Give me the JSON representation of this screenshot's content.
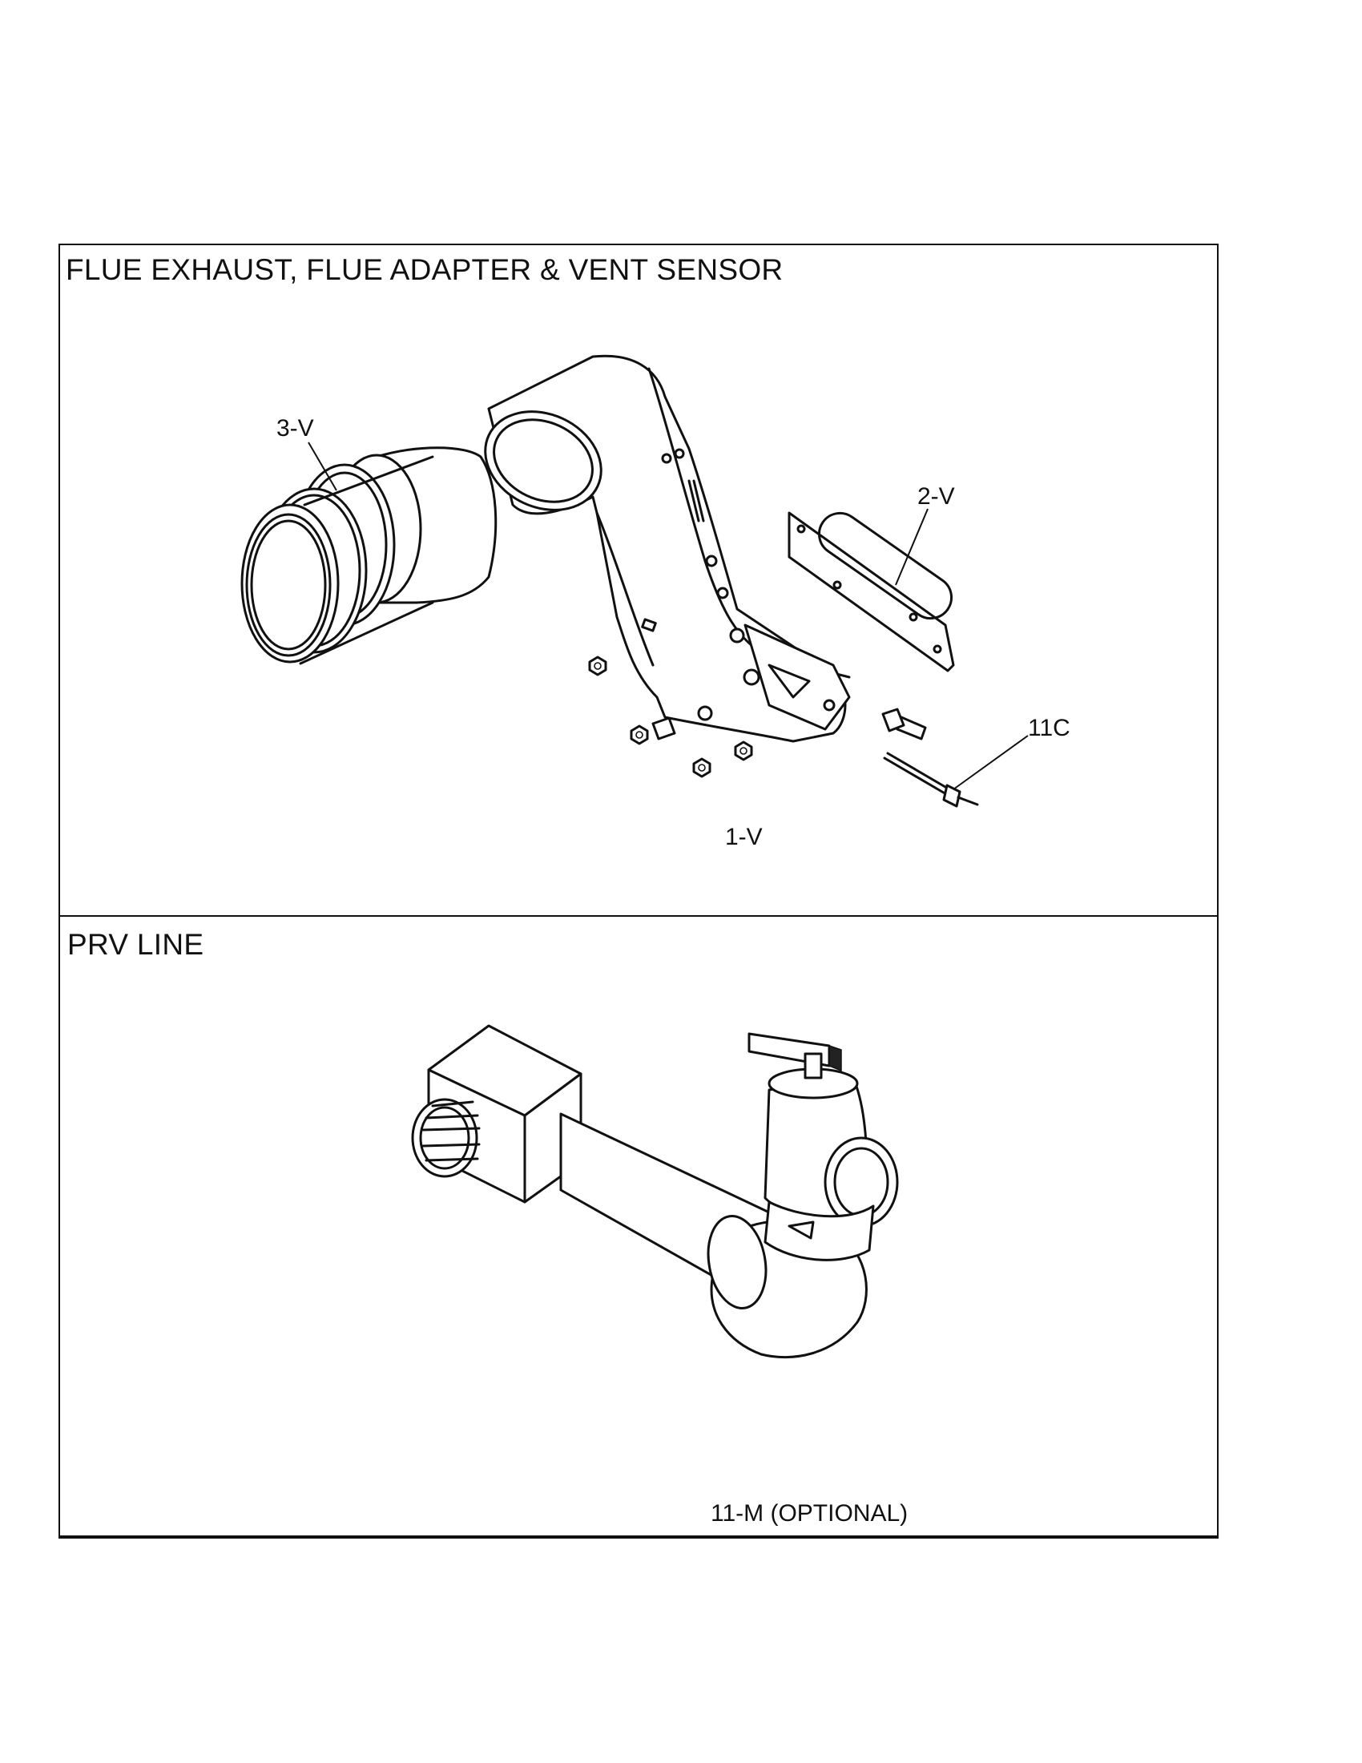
{
  "sections": [
    {
      "title": "FLUE EXHAUST, FLUE ADAPTER & VENT SENSOR",
      "callouts": [
        "3-V",
        "2-V",
        "11C",
        "1-V"
      ]
    },
    {
      "title": "PRV LINE",
      "callouts": [
        "11-M (OPTIONAL)"
      ]
    }
  ]
}
